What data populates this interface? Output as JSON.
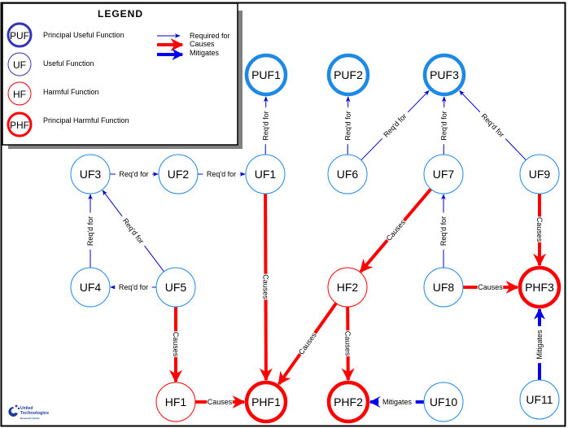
{
  "legend": {
    "title": "LEGEND",
    "node_types": [
      {
        "abbr": "PUF",
        "label": "Principal Useful Function",
        "kind": "puf"
      },
      {
        "abbr": "UF",
        "label": "Useful Function",
        "kind": "uf"
      },
      {
        "abbr": "HF",
        "label": "Harmful Function",
        "kind": "hf"
      },
      {
        "abbr": "PHF",
        "label": "Principal Harmful Function",
        "kind": "phf"
      }
    ],
    "edge_types": [
      {
        "label": "Required for",
        "kind": "req"
      },
      {
        "label": "Causes",
        "kind": "causes"
      },
      {
        "label": "Mitigates",
        "kind": "mitigates"
      }
    ]
  },
  "colors": {
    "useful": "#1e88e5",
    "harmful": "#ff0000",
    "required_arrow": "#0000cc",
    "mitigates_arrow": "#0000ee",
    "legend_puf": "#3333bb",
    "legend_uf": "#3333bb"
  },
  "nodes": [
    {
      "id": "PUF1",
      "kind": "puf"
    },
    {
      "id": "PUF2",
      "kind": "puf"
    },
    {
      "id": "PUF3",
      "kind": "puf"
    },
    {
      "id": "UF3",
      "kind": "uf"
    },
    {
      "id": "UF2",
      "kind": "uf"
    },
    {
      "id": "UF1",
      "kind": "uf"
    },
    {
      "id": "UF6",
      "kind": "uf"
    },
    {
      "id": "UF7",
      "kind": "uf"
    },
    {
      "id": "UF9",
      "kind": "uf"
    },
    {
      "id": "UF4",
      "kind": "uf"
    },
    {
      "id": "UF5",
      "kind": "uf"
    },
    {
      "id": "HF2",
      "kind": "hf"
    },
    {
      "id": "UF8",
      "kind": "uf"
    },
    {
      "id": "PHF3",
      "kind": "phf"
    },
    {
      "id": "HF1",
      "kind": "hf"
    },
    {
      "id": "PHF1",
      "kind": "phf"
    },
    {
      "id": "PHF2",
      "kind": "phf"
    },
    {
      "id": "UF10",
      "kind": "uf"
    },
    {
      "id": "UF11",
      "kind": "uf"
    }
  ],
  "edges": [
    {
      "from": "UF3",
      "to": "UF2",
      "kind": "req",
      "label": "Req'd for"
    },
    {
      "from": "UF2",
      "to": "UF1",
      "kind": "req",
      "label": "Req'd for"
    },
    {
      "from": "UF1",
      "to": "PUF1",
      "kind": "req",
      "label": "Req'd for"
    },
    {
      "from": "UF6",
      "to": "PUF2",
      "kind": "req",
      "label": "Req'd for"
    },
    {
      "from": "UF6",
      "to": "PUF3",
      "kind": "req",
      "label": "Req'd for"
    },
    {
      "from": "UF7",
      "to": "PUF3",
      "kind": "req",
      "label": "Req'd for"
    },
    {
      "from": "UF9",
      "to": "PUF3",
      "kind": "req",
      "label": "Req'd for"
    },
    {
      "from": "UF4",
      "to": "UF3",
      "kind": "req",
      "label": "Req'd for"
    },
    {
      "from": "UF5",
      "to": "UF3",
      "kind": "req",
      "label": "Req'd for"
    },
    {
      "from": "UF5",
      "to": "UF4",
      "kind": "req",
      "label": "Req'd for"
    },
    {
      "from": "UF8",
      "to": "UF7",
      "kind": "req",
      "label": "Req'd for"
    },
    {
      "from": "UF1",
      "to": "PHF1",
      "kind": "causes",
      "label": "Causes"
    },
    {
      "from": "UF7",
      "to": "HF2",
      "kind": "causes",
      "label": "Causes"
    },
    {
      "from": "UF9",
      "to": "PHF3",
      "kind": "causes",
      "label": "Causes"
    },
    {
      "from": "UF8",
      "to": "PHF3",
      "kind": "causes",
      "label": "Causes"
    },
    {
      "from": "UF5",
      "to": "HF1",
      "kind": "causes",
      "label": "Causes"
    },
    {
      "from": "HF1",
      "to": "PHF1",
      "kind": "causes",
      "label": "Causes"
    },
    {
      "from": "HF2",
      "to": "PHF1",
      "kind": "causes",
      "label": "Causes"
    },
    {
      "from": "HF2",
      "to": "PHF2",
      "kind": "causes",
      "label": "Causes"
    },
    {
      "from": "UF10",
      "to": "PHF2",
      "kind": "mitigates",
      "label": "Mitigates"
    },
    {
      "from": "UF11",
      "to": "PHF3",
      "kind": "mitigates",
      "label": "Mitigates"
    }
  ],
  "logo": {
    "line1": "United",
    "line2": "Technologies",
    "line3": "Research Center"
  }
}
